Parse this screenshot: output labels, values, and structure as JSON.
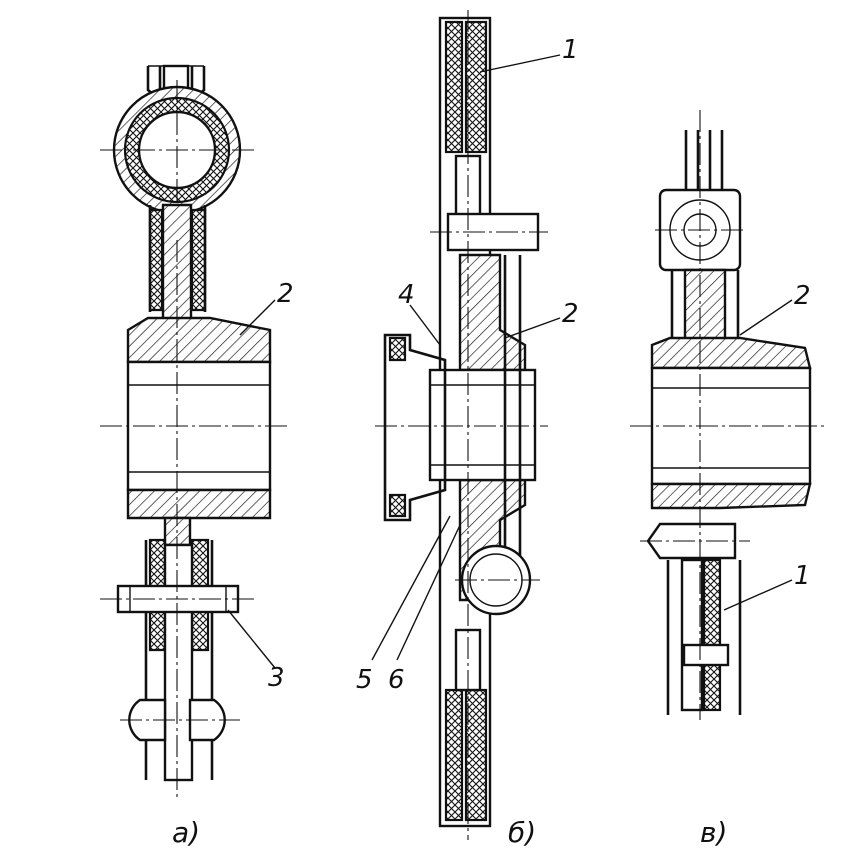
{
  "figure": {
    "views": [
      {
        "caption": "а)",
        "labels": [
          "2",
          "3"
        ]
      },
      {
        "caption": "б)",
        "labels": [
          "1",
          "2",
          "4",
          "5",
          "6"
        ]
      },
      {
        "caption": "в)",
        "labels": [
          "2",
          "1"
        ]
      }
    ]
  }
}
